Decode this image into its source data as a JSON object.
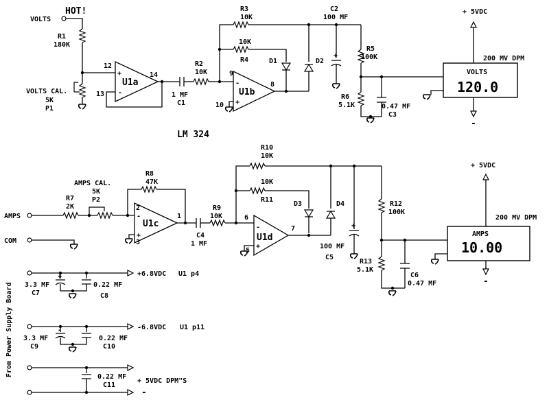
{
  "top": {
    "volts_input": "VOLTS",
    "hot": "HOT!",
    "r1": {
      "name": "R1",
      "value": "180K"
    },
    "p1": {
      "label": "VOLTS CAL.",
      "value": "5K",
      "name": "P1"
    },
    "u1a": {
      "name": "U1a",
      "pin_plus": "12",
      "pin_minus": "13",
      "pin_out": "14"
    },
    "c1": {
      "value": "1 MF",
      "name": "C1"
    },
    "r2": {
      "name": "R2",
      "value": "10K"
    },
    "r3": {
      "name": "R3",
      "value": "10K"
    },
    "r4": {
      "value": "10K",
      "name": "R4"
    },
    "u1b": {
      "name": "U1b",
      "pin_minus": "9",
      "pin_plus": "10",
      "pin_out": "8"
    },
    "d1": "D1",
    "d2": "D2",
    "c2": {
      "name": "C2",
      "value": "100 MF"
    },
    "r5": {
      "name": "R5",
      "value": "100K"
    },
    "r6": {
      "name": "R6",
      "value": "5.1K"
    },
    "c3": {
      "value": "0.47 MF",
      "name": "C3"
    },
    "supply": "+ 5VDC",
    "dpm": {
      "label": "200 MV DPM",
      "title": "VOLTS",
      "reading": "120.0",
      "minus": "-"
    }
  },
  "chip_label": "LM 324",
  "bottom": {
    "amps_input": "AMPS",
    "com": "COM",
    "r7": {
      "name": "R7",
      "value": "2K"
    },
    "p2": {
      "label": "AMPS  CAL.",
      "value": "5K",
      "name": "P2"
    },
    "r8": {
      "name": "R8",
      "value": "47K"
    },
    "u1c": {
      "name": "U1c",
      "pin_minus": "2",
      "pin_plus": "3",
      "pin_out": "1"
    },
    "c4": {
      "name": "C4",
      "value": "1 MF"
    },
    "r9": {
      "name": "R9",
      "value": "10K"
    },
    "r10": {
      "name": "R10",
      "value": "10K"
    },
    "r11": {
      "value": "10K",
      "name": "R11"
    },
    "u1d": {
      "name": "U1d",
      "pin_minus": "6",
      "pin_plus": "5",
      "pin_out": "7"
    },
    "d3": "D3",
    "d4": "D4",
    "c5": {
      "value": "100 MF",
      "name": "C5"
    },
    "r12": {
      "name": "R12",
      "value": "100K"
    },
    "r13": {
      "name": "R13",
      "value": "5.1K"
    },
    "c6": {
      "name": "C6",
      "value": "0.47 MF"
    },
    "supply": "+ 5VDC",
    "dpm": {
      "label": "200 MV DPM",
      "title": "AMPS",
      "reading": "10.00",
      "minus": "-"
    }
  },
  "power": {
    "side_label": "From Power Supply Board",
    "pos_rail": "+6.8VDC",
    "pos_pin": "U1 p4",
    "c7": {
      "value": "3.3 MF",
      "name": "C7"
    },
    "c8": {
      "value": "0.22 MF",
      "name": "C8"
    },
    "neg_rail": "-6.8VDC",
    "neg_pin": "U1 p11",
    "c9": {
      "value": "3.3 MF",
      "name": "C9"
    },
    "c10": {
      "value": "0.22 MF",
      "name": "C10"
    },
    "c11": {
      "value": "0.22 MF",
      "name": "C11"
    },
    "dpm_supply": "+ 5VDC  DPM\"S",
    "dpm_return": "-"
  }
}
